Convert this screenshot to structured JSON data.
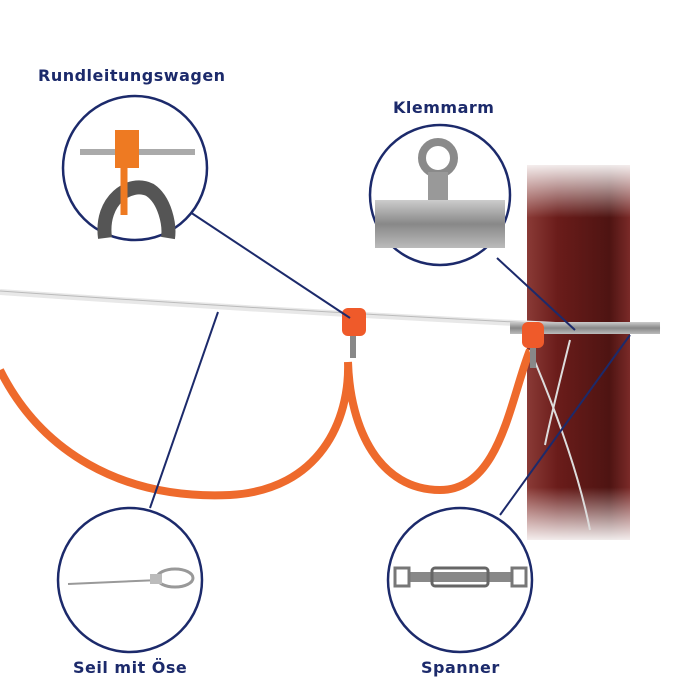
{
  "labels": {
    "trolley": "Rundleitungswagen",
    "clamp_arm": "Klemmarm",
    "rope_eye": "Seil mit Öse",
    "tensioner": "Spanner"
  },
  "colors": {
    "navy": "#1c2a6b",
    "orange": "#ee6a2c",
    "post": "#6e1f1c"
  }
}
